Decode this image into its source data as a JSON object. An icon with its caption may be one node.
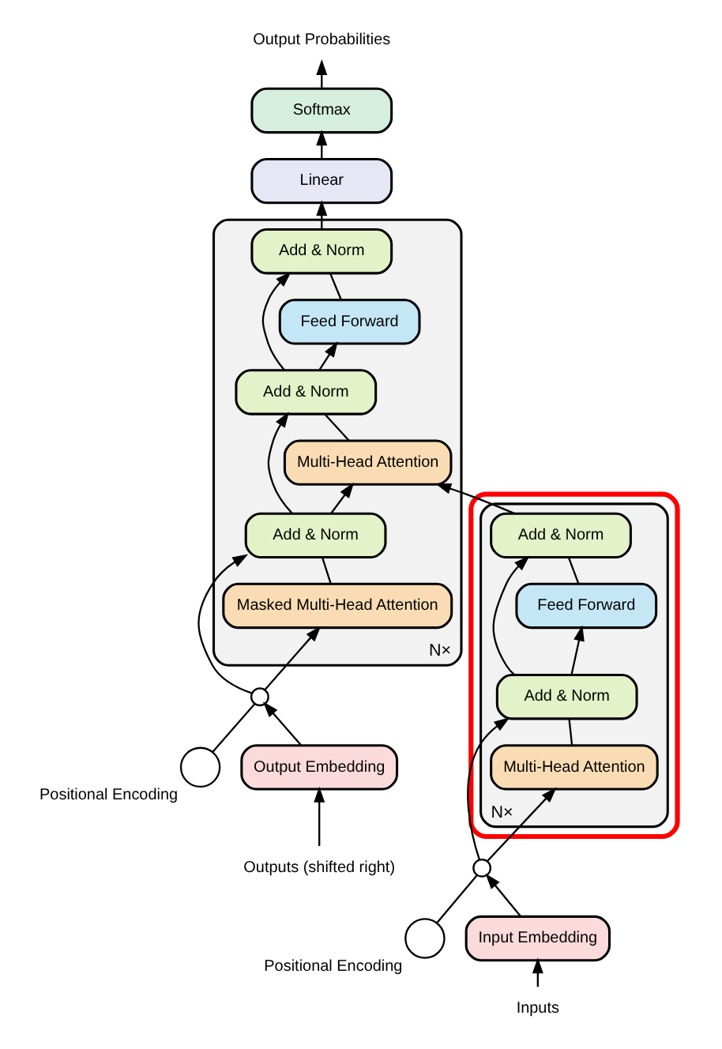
{
  "diagram": {
    "nodes": [
      {
        "text": [
          "Output Probabilities"
        ]
      },
      {
        "text": [
          "Softmax"
        ]
      },
      {
        "text": [
          "Linear"
        ]
      },
      {
        "text": [],
        "shape": "box",
        "beside": [
          "N×"
        ]
      },
      {
        "text": [
          "Add & Norm"
        ],
        "in": 3
      },
      {
        "text": [
          "Feed Forward"
        ],
        "in": 3
      },
      {
        "text": [
          "Add & Norm"
        ],
        "in": 3
      },
      {
        "text": [
          "Multi-Head Attention"
        ],
        "in": 3
      },
      {
        "text": [
          "Add & Norm"
        ],
        "in": 3
      },
      {
        "text": [
          "Masked Multi-Head Attention"
        ],
        "in": 3
      },
      {
        "text": [],
        "shape": "box"
      },
      {
        "text": [],
        "shape": "box",
        "beside": [
          "N×"
        ],
        "in": 10
      },
      {
        "text": [
          "Add & Norm"
        ],
        "in": 11
      },
      {
        "text": [
          "Feed Forward"
        ],
        "in": 11
      },
      {
        "text": [
          "Add & Norm"
        ],
        "in": 11
      },
      {
        "text": [
          "Multi-Head Attention"
        ],
        "in": 11
      },
      {
        "text": [],
        "shape": "circle",
        "beside": [
          "Positional Encoding"
        ]
      },
      {
        "text": [],
        "shape": "circle"
      },
      {
        "text": [
          "Input Embedding"
        ]
      },
      {
        "text": [
          "Inputs"
        ]
      },
      {
        "text": [],
        "shape": "circle"
      },
      {
        "text": [],
        "shape": "circle",
        "beside": [
          "Positional Encoding"
        ]
      },
      {
        "text": [
          "Output Embedding"
        ]
      },
      {
        "text": [
          "Outputs (shifted right)"
        ]
      }
    ],
    "edges": [
      {
        "from": 19,
        "to": 18,
        "arrow": "to"
      },
      {
        "from": 18,
        "to": 17,
        "arrow": "to"
      },
      {
        "from": 16,
        "to": 17,
        "arrow": "none"
      },
      {
        "from": 17,
        "to": 15,
        "arrow": "to"
      },
      {
        "from": 17,
        "to": 14,
        "arrow": "to"
      },
      {
        "from": 15,
        "to": 14,
        "arrow": "none"
      },
      {
        "from": 14,
        "to": 13,
        "arrow": "to"
      },
      {
        "from": 14,
        "to": 12,
        "arrow": "to"
      },
      {
        "from": 13,
        "to": 12,
        "arrow": "none"
      },
      {
        "from": 12,
        "to": 7,
        "arrow": "to"
      },
      {
        "from": 23,
        "to": 22,
        "arrow": "to"
      },
      {
        "from": 22,
        "to": 20,
        "arrow": "to"
      },
      {
        "from": 21,
        "to": 20,
        "arrow": "none"
      },
      {
        "from": 20,
        "to": 9,
        "arrow": "to"
      },
      {
        "from": 20,
        "to": 8,
        "arrow": "to"
      },
      {
        "from": 9,
        "to": 8,
        "arrow": "none"
      },
      {
        "from": 8,
        "to": 7,
        "arrow": "to"
      },
      {
        "from": 8,
        "to": 6,
        "arrow": "to"
      },
      {
        "from": 7,
        "to": 6,
        "arrow": "none"
      },
      {
        "from": 6,
        "to": 5,
        "arrow": "to"
      },
      {
        "from": 6,
        "to": 4,
        "arrow": "to"
      },
      {
        "from": 5,
        "to": 4,
        "arrow": "none"
      },
      {
        "from": 4,
        "to": 2,
        "arrow": "to"
      },
      {
        "from": 2,
        "to": 1,
        "arrow": "to"
      },
      {
        "from": 1,
        "to": 0,
        "arrow": "to"
      }
    ]
  }
}
